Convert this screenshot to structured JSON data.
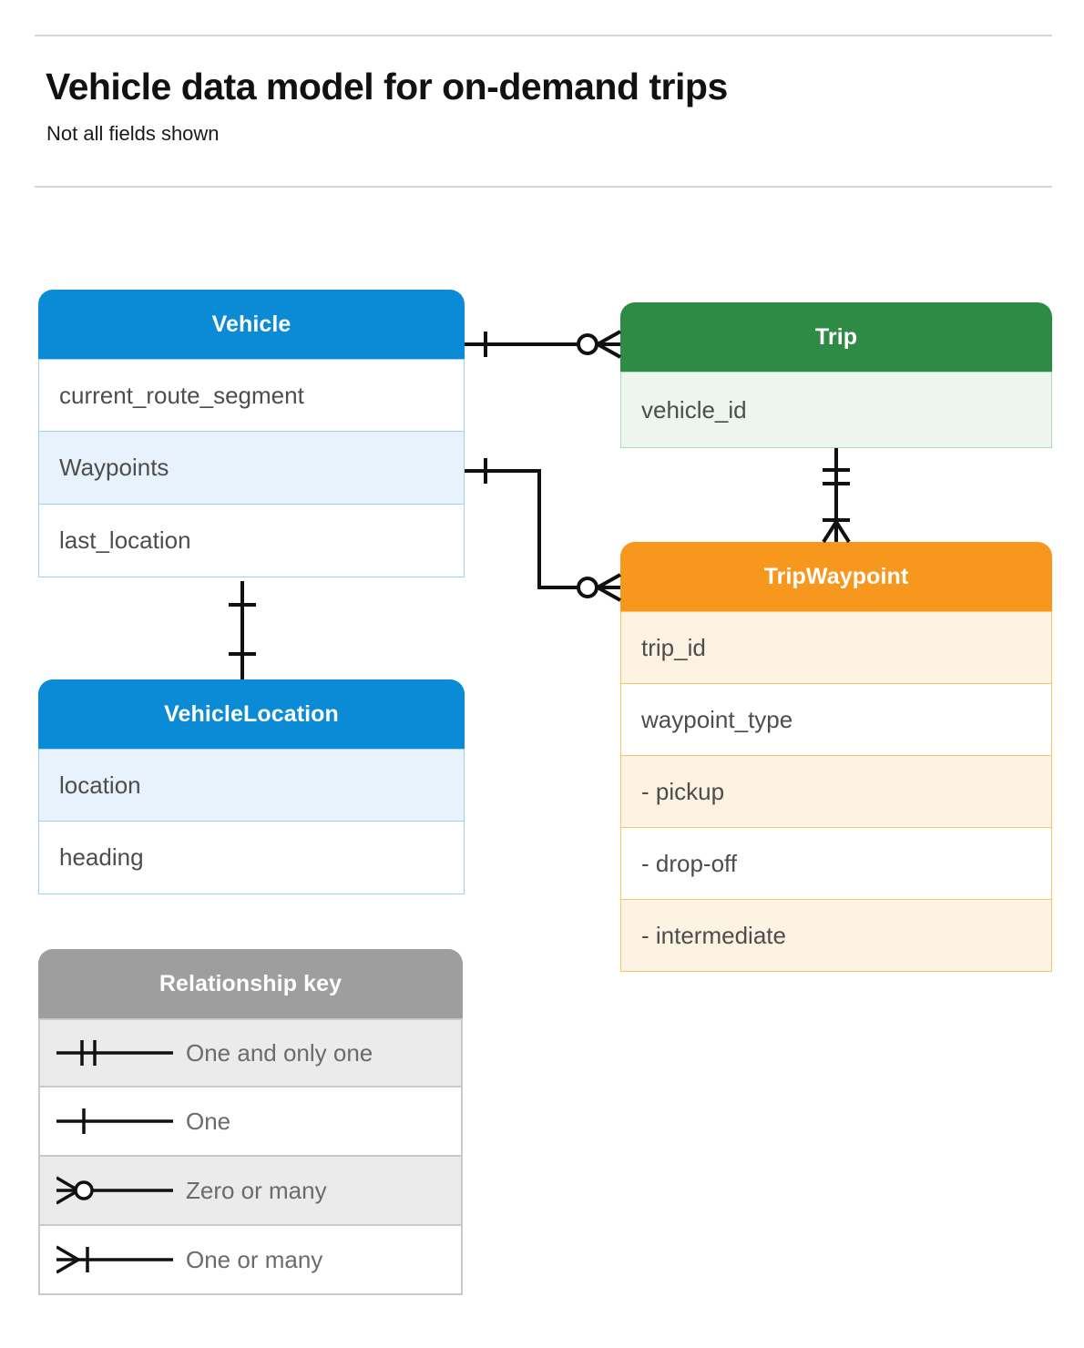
{
  "header": {
    "title": "Vehicle data model for on-demand trips",
    "subtitle": "Not all fields shown"
  },
  "colors": {
    "vehicle_blue": "#0b8bd5",
    "vehicle_row_tint": "#e8f2fc",
    "vehicle_border": "#9fd0f2",
    "trip_green": "#2e8b45",
    "trip_row_tint": "#ecf5ee",
    "trip_border": "#aedcb9",
    "waypoint_orange": "#f7971e",
    "waypoint_row_tint": "#fdf3e2",
    "waypoint_border": "#f9c666",
    "legend_gray": "#9e9e9e",
    "legend_row_tint": "#ebebeb",
    "legend_border": "#c9c9c9",
    "rule": "#d6d6d6",
    "connector": "#111111",
    "field_text": "#4d4d4d",
    "legend_text": "#6b6b6b"
  },
  "entities": [
    {
      "id": "vehicle",
      "title": "Vehicle",
      "fields": [
        {
          "label": "current_route_segment",
          "shade": "plain"
        },
        {
          "label": "Waypoints",
          "shade": "tint"
        },
        {
          "label": "last_location",
          "shade": "plain"
        }
      ]
    },
    {
      "id": "trip",
      "title": "Trip",
      "fields": [
        {
          "label": "vehicle_id",
          "shade": "tint"
        }
      ]
    },
    {
      "id": "tripwaypoint",
      "title": "TripWaypoint",
      "fields": [
        {
          "label": "trip_id",
          "shade": "tint"
        },
        {
          "label": "waypoint_type",
          "shade": "plain"
        },
        {
          "label": "-  pickup",
          "shade": "tint"
        },
        {
          "label": "-  drop-off",
          "shade": "plain"
        },
        {
          "label": "-  intermediate",
          "shade": "tint"
        }
      ]
    },
    {
      "id": "vehiclelocation",
      "title": "VehicleLocation",
      "fields": [
        {
          "label": "location",
          "shade": "tint"
        },
        {
          "label": "heading",
          "shade": "plain"
        }
      ]
    }
  ],
  "legend": {
    "title": "Relationship key",
    "rows": [
      {
        "symbol": "one-and-only-one",
        "label": "One and only one",
        "shade": "tint"
      },
      {
        "symbol": "one",
        "label": "One",
        "shade": "plain"
      },
      {
        "symbol": "zero-or-many",
        "label": "Zero or many",
        "shade": "tint"
      },
      {
        "symbol": "one-or-many",
        "label": "One or many",
        "shade": "plain"
      }
    ]
  },
  "relationships": [
    {
      "id": "vehicle-to-trip",
      "from": "Vehicle",
      "to": "Trip",
      "from_cardinality": "One",
      "to_cardinality": "Zero or many"
    },
    {
      "id": "vehicle-waypoints-to-tripwaypoint",
      "from": "Vehicle.Waypoints",
      "to": "TripWaypoint",
      "from_cardinality": "One",
      "to_cardinality": "Zero or many"
    },
    {
      "id": "trip-to-tripwaypoint",
      "from": "Trip",
      "to": "TripWaypoint",
      "from_cardinality": "One and only one",
      "to_cardinality": "One or many"
    },
    {
      "id": "vehicle-to-vehiclelocation",
      "from": "Vehicle",
      "to": "VehicleLocation",
      "from_cardinality": "One",
      "to_cardinality": "One"
    }
  ]
}
